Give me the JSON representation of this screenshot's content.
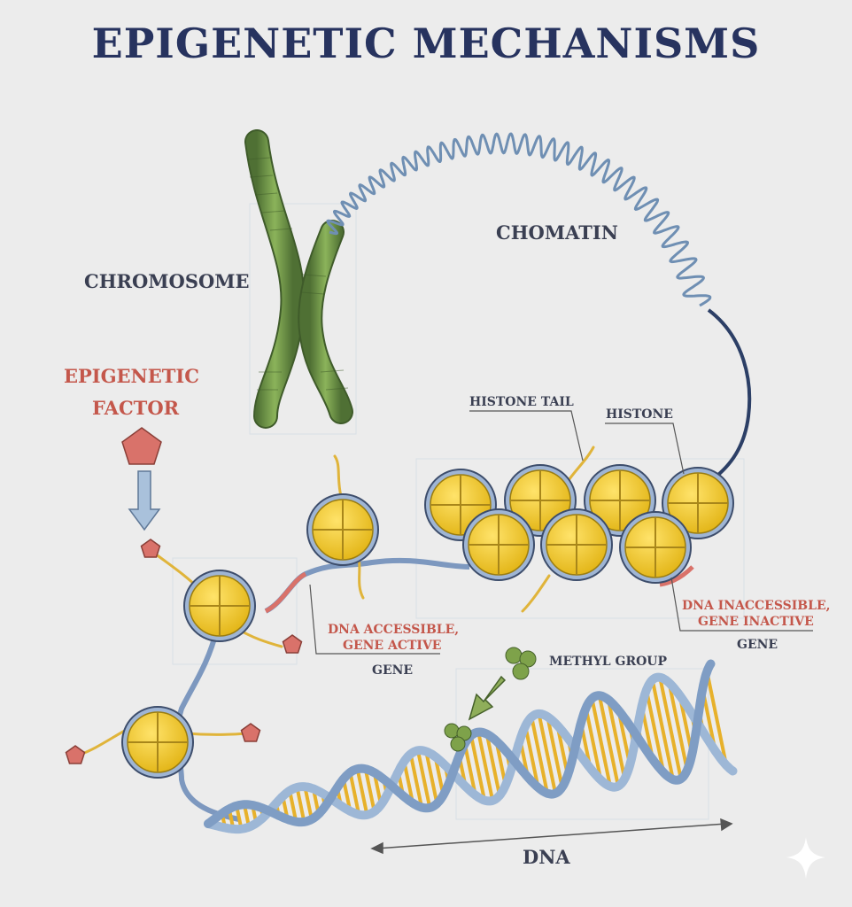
{
  "title": "EPIGENETIC MECHANISMS",
  "labels": {
    "chromatin": "CHOMATIN",
    "chromosome": "CHROMOSOME",
    "epigenetic_factor_line1": "EPIGENETIC",
    "epigenetic_factor_line2": "FACTOR",
    "histone_tail": "HISTONE TAIL",
    "histone": "HISTONE",
    "dna_inaccessible_line1": "DNA INACCESSIBLE,",
    "dna_inaccessible_line2": "GENE INACTIVE",
    "gene_right": "GENE",
    "dna_accessible_line1": "DNA ACCESSIBLE,",
    "dna_accessible_line2": "GENE ACTIVE",
    "gene_left": "GENE",
    "methyl_group": "METHYL GROUP",
    "dna": "DNA"
  },
  "colors": {
    "background": "#ececec",
    "title": "#27335f",
    "label_dark": "#3a3f52",
    "label_red": "#c4574b",
    "chromosome": "#6b8f45",
    "histone_fill": "#f2c81f",
    "histone_rim": "#8aa2c4",
    "dna_strand": "#9db7d6",
    "dna_base": "#e7b12b",
    "coil": "#2c3f66",
    "epigenetic_factor": "#d9726a",
    "methyl": "#7ea24a"
  },
  "icons": [
    "chromosome-icon",
    "chromatin-coil-icon",
    "histone-icon",
    "epigenetic-factor-icon",
    "methyl-group-icon",
    "dna-helix-icon",
    "arrow-down-icon"
  ]
}
